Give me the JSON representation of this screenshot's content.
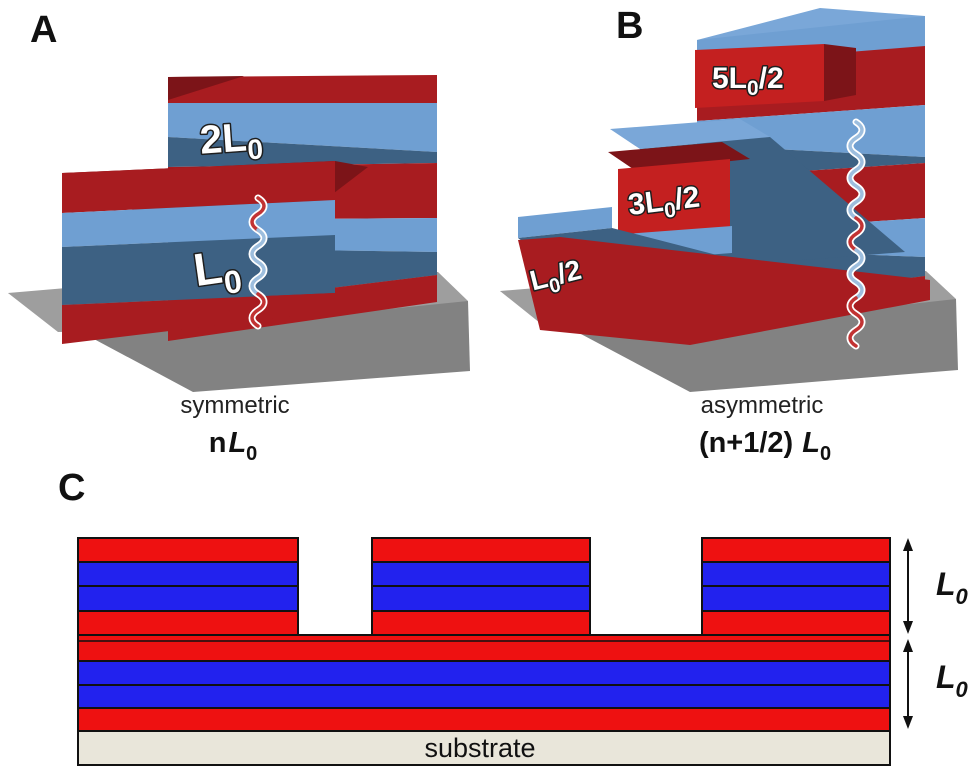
{
  "figure": {
    "panels": {
      "a": {
        "letter": "A",
        "caption": "symmetric",
        "formula": {
          "pre": "n",
          "L": "L",
          "sub": "0"
        },
        "labels": {
          "two_l0": {
            "pre": "2L",
            "sub": "0"
          },
          "l0": {
            "pre": "L",
            "sub": "0"
          }
        }
      },
      "b": {
        "letter": "B",
        "caption": "asymmetric",
        "formula": {
          "pre": "(n+1/2)",
          "L": "L",
          "sub": "0"
        },
        "labels": {
          "five_half": {
            "pre": "5L",
            "sub": "0",
            "post": "/2"
          },
          "three_half": {
            "pre": "3L",
            "sub": "0",
            "post": "/2"
          },
          "one_half": {
            "pre": "L",
            "sub": "0",
            "post": "/2"
          }
        }
      },
      "c": {
        "letter": "C",
        "substrate_label": "substrate",
        "dim_top": {
          "L": "L",
          "sub": "0"
        },
        "dim_bottom": {
          "L": "L",
          "sub": "0"
        }
      }
    },
    "colors": {
      "red_front": "#a81c20",
      "red_dark": "#7c1418",
      "red_bright": "#c42020",
      "blue_light": "#6f9fd2",
      "blue_top": "#7aa7d8",
      "blue_dark": "#3d6183",
      "gray_top": "#9e9e9e",
      "gray_front": "#828282",
      "red_flat": "#ee1111",
      "blue_flat": "#2222ee",
      "substrate_beige": "#e9e6da",
      "squiggle_red": "#c23333",
      "squiggle_blue": "#9dbede"
    }
  }
}
